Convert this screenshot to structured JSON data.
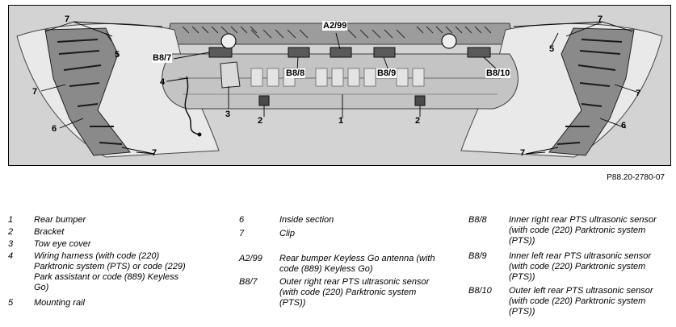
{
  "figure": {
    "reference": "P88.20-2780-07",
    "callouts": {
      "a2_99": "A2/99",
      "b8_7": "B8/7",
      "b8_8": "B8/8",
      "b8_9": "B8/9",
      "b8_10": "B8/10",
      "n1": "1",
      "n2_left": "2",
      "n2_right": "2",
      "n3": "3",
      "n4": "4",
      "n5_left": "5",
      "n5_right": "5",
      "n6_left": "6",
      "n6_right": "6",
      "n7_top_left": "7",
      "n7_mid_left": "7",
      "n7_bottom_left": "7",
      "n7_top_right": "7",
      "n7_mid_right": "7",
      "n7_bottom_right": "7"
    }
  },
  "legend": {
    "col1": [
      {
        "num": "1",
        "text": "Rear bumper"
      },
      {
        "num": "2",
        "text": "Bracket"
      },
      {
        "num": "3",
        "text": "Tow eye cover"
      },
      {
        "num": "4",
        "text": "Wiring harness (with code (220) Parktronic system (PTS) or code (229) Park assistant or code (889) Keyless Go)"
      },
      {
        "num": "5",
        "text": "Mounting rail"
      }
    ],
    "col2": [
      {
        "num": "6",
        "text": "Inside section"
      },
      {
        "num": "7",
        "text": "Clip"
      },
      {
        "num": "A2/99",
        "text": "Rear bumper Keyless Go antenna (with code (889) Keyless Go)"
      },
      {
        "num": "B8/7",
        "text": "Outer right rear PTS ultrasonic sensor (with code (220) Parktronic system (PTS))"
      }
    ],
    "col3": [
      {
        "num": "B8/8",
        "text": "Inner right rear PTS ultrasonic sensor (with code (220) Parktronic system (PTS))"
      },
      {
        "num": "B8/9",
        "text": "Inner left rear PTS ultrasonic sensor (with code (220) Parktronic system (PTS))"
      },
      {
        "num": "B8/10",
        "text": "Outer left rear PTS ultrasonic sensor (with code (220) Parktronic system (PTS))"
      }
    ]
  }
}
